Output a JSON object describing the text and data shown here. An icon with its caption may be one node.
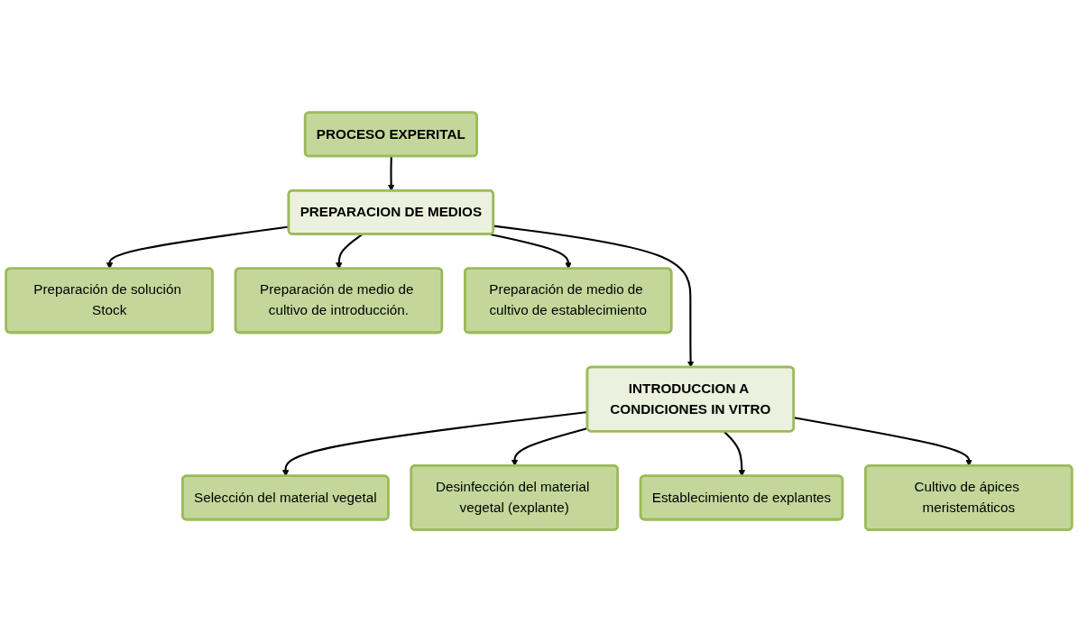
{
  "diagram": {
    "nodes": [
      {
        "text": [
          "PROCESO EXPERITAL"
        ]
      },
      {
        "text": [
          "PREPARACION DE MEDIOS"
        ]
      },
      {
        "text": [
          "INTRODUCCION A CONDICIONES IN VITRO"
        ]
      },
      {
        "text": [
          "Preparación de solución Stock"
        ]
      },
      {
        "text": [
          "Preparación de medio de cultivo de introducción."
        ]
      },
      {
        "text": [
          "Preparación de medio de cultivo de establecimiento"
        ]
      },
      {
        "text": [
          "Selección del material vegetal"
        ]
      },
      {
        "text": [
          "Desinfección del material vegetal (explante)"
        ]
      },
      {
        "text": [
          "Establecimiento de explantes"
        ]
      },
      {
        "text": [
          "Cultivo de ápices meristemáticos"
        ]
      }
    ],
    "edges": [
      {
        "from": 0,
        "to": 1,
        "arrow": "to"
      },
      {
        "from": 1,
        "to": 2,
        "arrow": "to"
      },
      {
        "from": 1,
        "to": 3,
        "arrow": "to"
      },
      {
        "from": 1,
        "to": 4,
        "arrow": "to"
      },
      {
        "from": 1,
        "to": 5,
        "arrow": "to"
      },
      {
        "from": 2,
        "to": 6,
        "arrow": "to"
      },
      {
        "from": 2,
        "to": 7,
        "arrow": "to"
      },
      {
        "from": 2,
        "to": 8,
        "arrow": "to"
      },
      {
        "from": 2,
        "to": 9,
        "arrow": "to"
      }
    ]
  }
}
